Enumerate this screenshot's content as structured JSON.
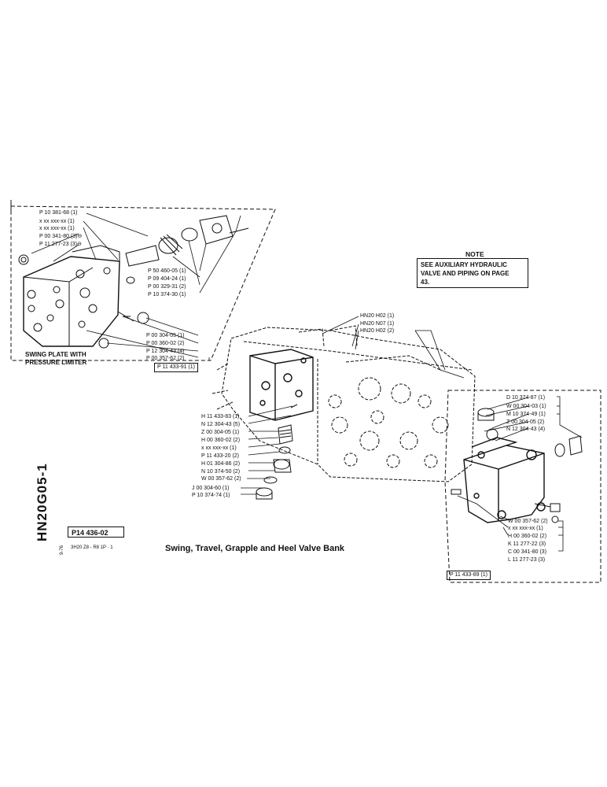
{
  "note": {
    "title": "NOTE",
    "lines": [
      "SEE AUXILIARY HYDRAULIC",
      "VALVE AND PIPING ON PAGE",
      "43."
    ]
  },
  "left_group": {
    "caption_line1": "SWING PLATE WITH",
    "caption_line2": "PRESSURE LIMITER",
    "assembly_code": "P 11 433-91 (1)",
    "labels": [
      "P 10 381-68 (1)",
      "x xx xxx-xx (1)",
      "x xx xxx-xx (1)",
      "P 00 341-80 (3)⊖",
      "P 11 277-23 (3)⊖",
      "P 50 460-05 (1)",
      "P 09 404-24 (1)",
      "P 00 329-31 (2)",
      "P 10 374-30 (1)",
      "P 00 304-05 (1)",
      "P 00 360-02 (2)",
      "P 12 304-43 (4)",
      "P 00 357-62 (2)"
    ]
  },
  "center_group": {
    "labels": [
      "H 11 433-83 (1)",
      "N 12 304-43 (5)",
      "Z 00 304-05 (1)",
      "H 00 360-02 (2)",
      "x xx xxx-xx (1)",
      "P 11 433-20 (2)",
      "H 01 304-86 (2)",
      "N 10 374-50 (2)",
      "W 00 357-62 (2)",
      "J 00 304-60 (1)",
      "P 10 374-74 (1)"
    ],
    "valve_labels": [
      "HN20 H02 (1)",
      "HN20 N07 (1)",
      "HN20 H02 (2)"
    ]
  },
  "right_group": {
    "assembly_code": "P 11 433-89 (1)",
    "labels": [
      "D 10 374-87 (1)",
      "W 00 304-03 (1)",
      "M 10 374-49 (1)",
      "Z 00 304-05 (2)",
      "N 12 304-43 (4)",
      "W 00 357-62 (2)",
      "x xx xxx-xx (1)",
      "H 00 360-02 (2)",
      "K 11 277-22 (3)",
      "C 00 341-80 (3)",
      "L 11 277-23 (3)"
    ]
  },
  "footer": {
    "page_code": "HN20G05-1",
    "date": "9-76",
    "ref_number": "P14 436-02",
    "sub_ref": "3H20  Z8 - R8  1P · 1",
    "title": "Swing, Travel, Grapple and Heel Valve Bank"
  }
}
